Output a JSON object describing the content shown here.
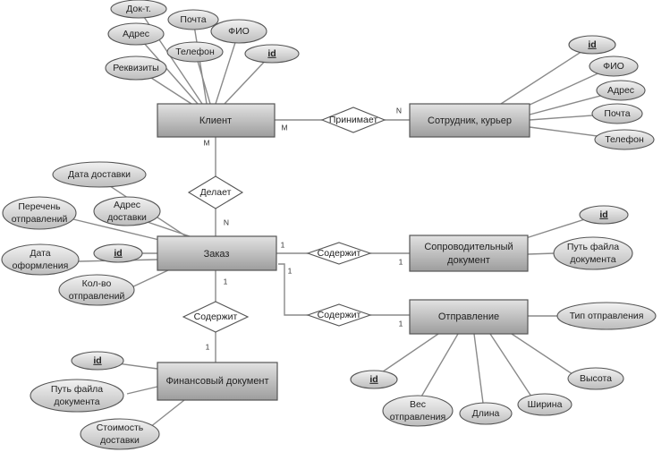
{
  "entities": {
    "client": "Клиент",
    "employee": "Сотрудник, курьер",
    "order": "Заказ",
    "accompanying_doc": [
      "Сопроводительный",
      "документ"
    ],
    "shipment": "Отправление",
    "financial_doc": "Финансовый документ"
  },
  "relationships": {
    "accepts": "Принимает",
    "makes": "Делает",
    "contains_doc": "Содержит",
    "contains_shipment": "Содержит",
    "contains_fin": "Содержит"
  },
  "cardinalities": {
    "client_accepts": "M",
    "accepts_employee": "N",
    "client_makes": "M",
    "makes_order": "N",
    "order_contains_doc": "1",
    "contains_doc_accdoc": "1",
    "order_contains_shipment": "1",
    "contains_shipment_shipment": "1",
    "order_contains_fin": "1",
    "contains_fin_findoc": "1"
  },
  "attributes": {
    "client": {
      "doc_type": "Док-т.",
      "mail": "Почта",
      "address": "Адрес",
      "fio": "ФИО",
      "phone": "Телефон",
      "id": "id",
      "requisites": "Реквизиты"
    },
    "employee": {
      "id": "id",
      "fio": "ФИО",
      "address": "Адрес",
      "mail": "Почта",
      "phone": "Телефон"
    },
    "order": {
      "delivery_date": "Дата доставки",
      "shipments_list": [
        "Перечень",
        "отправлений"
      ],
      "delivery_address": [
        "Адрес",
        "доставки"
      ],
      "creation_date": [
        "Дата",
        "оформления"
      ],
      "id": "id",
      "shipments_count": [
        "Кол-во",
        "отправлений"
      ]
    },
    "accompanying_doc": {
      "id": "id",
      "file_path": [
        "Путь файла",
        "документа"
      ]
    },
    "shipment": {
      "type": "Тип отправления",
      "id": "id",
      "weight": [
        "Вес",
        "отправления"
      ],
      "length": "Длина",
      "width": "Ширина",
      "height": "Высота"
    },
    "financial_doc": {
      "id": "id",
      "file_path": [
        "Путь файла",
        "документа"
      ],
      "cost": [
        "Стоимость",
        "доставки"
      ]
    }
  }
}
